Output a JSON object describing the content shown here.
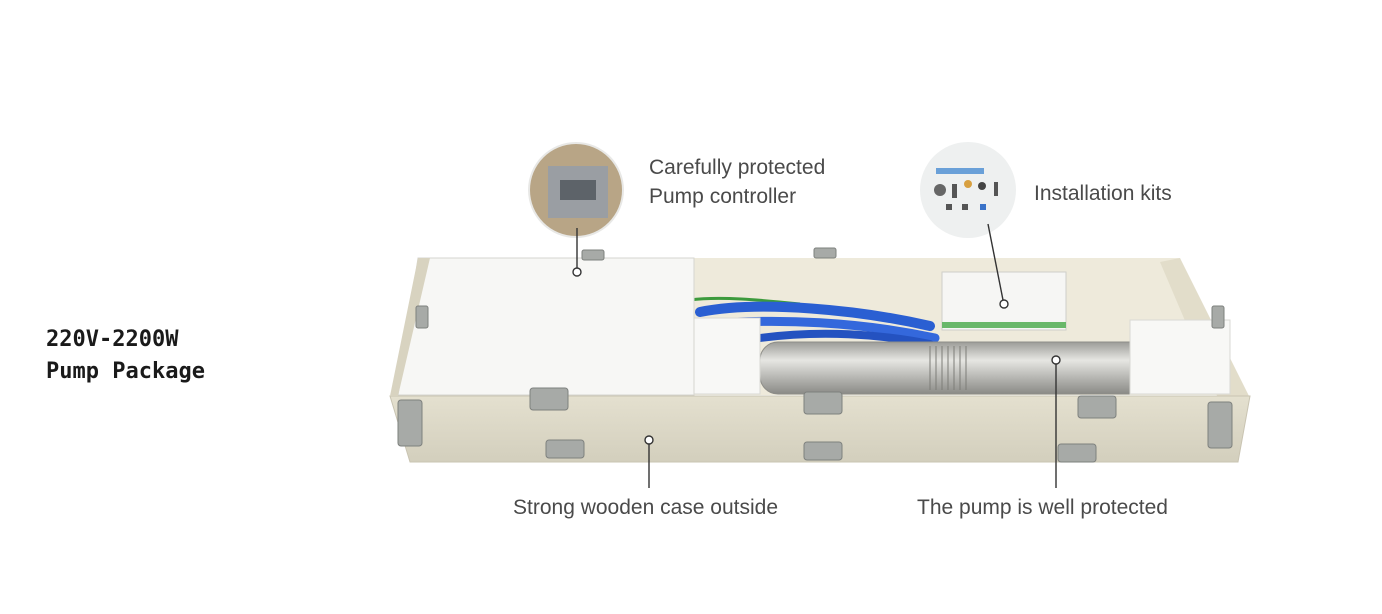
{
  "title": {
    "line1": "220V-2200W",
    "line2": "Pump Package"
  },
  "callouts": {
    "controller": {
      "line1": "Carefully protected",
      "line2": "Pump controller"
    },
    "kits": "Installation kits",
    "case": "Strong wooden case outside",
    "pump": "The pump is well protected"
  },
  "colors": {
    "wood": "#ddd8c6",
    "wood_inner": "#eeeadb",
    "foam": "#f8f8f6",
    "cable": "#2a5fd2",
    "pump_steel": "#b9b9b5",
    "caption_text": "#4a4a4a"
  }
}
